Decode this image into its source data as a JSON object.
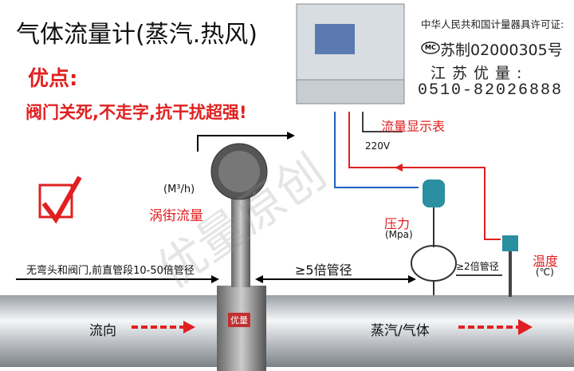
{
  "title": "气体流量计(蒸汽.热风)",
  "advantages_heading": "优点:",
  "advantages_text": "阀门关死,不走字,抗干扰超强!",
  "license": {
    "line1": "中华人民共和国计量器具许可证:",
    "logo": "MC",
    "number": "苏制02000305号",
    "company": "江苏优量:",
    "phone": "0510-82026888"
  },
  "display_label": "流量显示表",
  "power_label": "220V",
  "flowmeter_unit": "(M³/h)",
  "flowmeter_label": "涡街流量",
  "pressure_label": "压力",
  "pressure_unit": "(Mpa)",
  "temperature_label": "温度",
  "temperature_unit": "(℃)",
  "upstream_note": "无弯头和阀门,前直管段10-50倍管径",
  "downstream_note": "≥5倍管径",
  "sensor_gap_note": "≥2倍管径",
  "flow_direction_label": "流向",
  "medium_label": "蒸汽/气体",
  "meter_plate": "优量",
  "watermark": "优量原创",
  "colors": {
    "accent_red": "#e02020",
    "pipe": "#c8ccd0",
    "signal_blue": "#2060c0"
  }
}
